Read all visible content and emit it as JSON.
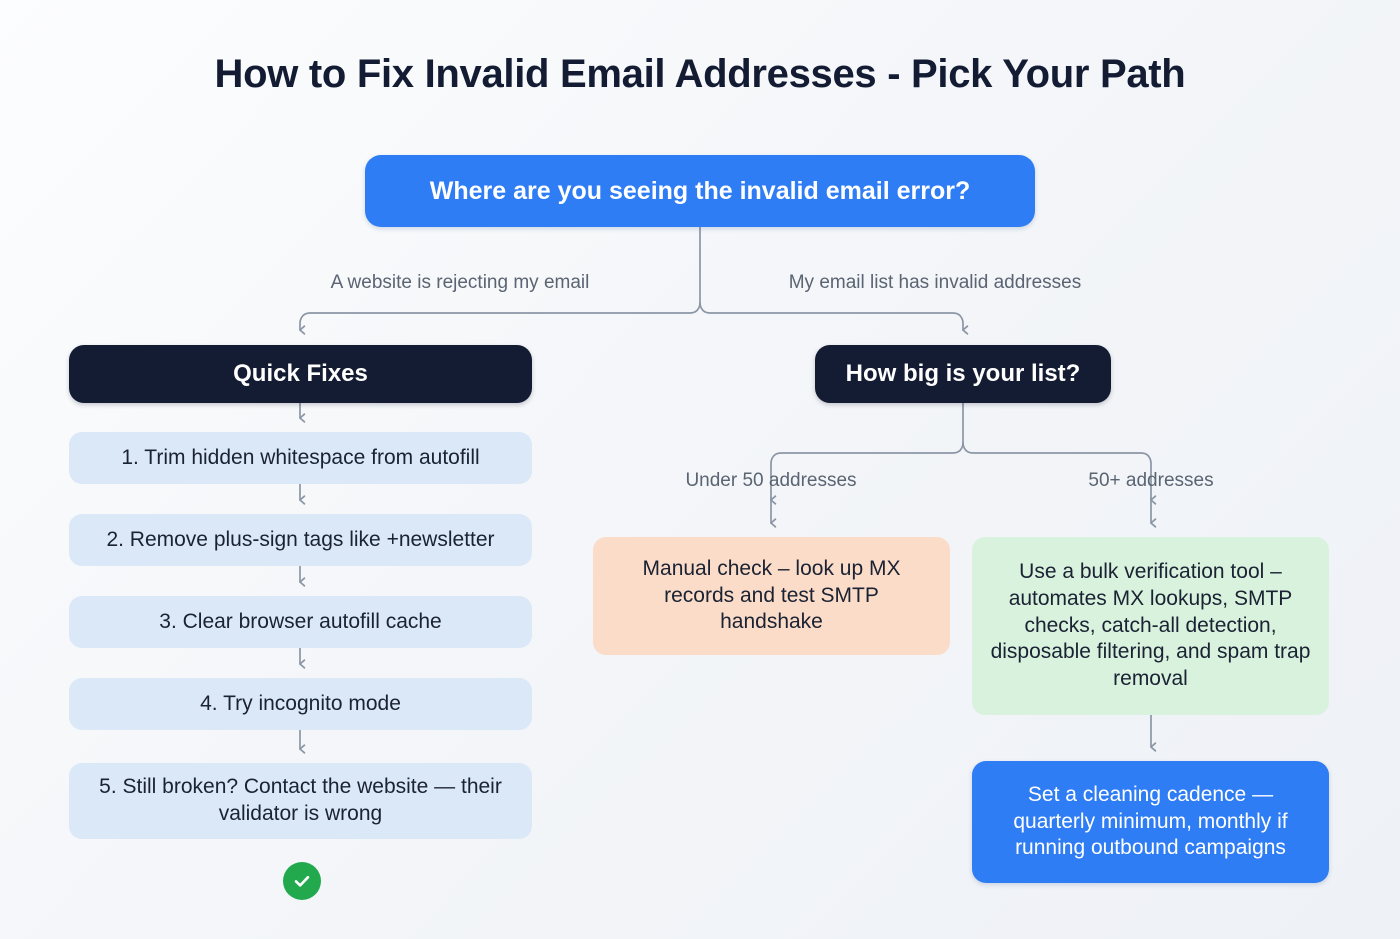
{
  "page": {
    "title": "How to Fix Invalid Email Addresses - Pick Your Path"
  },
  "colors": {
    "accent_blue": "#2f7df4",
    "dark_navy": "#141c33",
    "step_blue": "#dbe8f8",
    "peach": "#fbdcc8",
    "green": "#d9f2dd",
    "success_green": "#22a94e",
    "connector_gray": "#8b96a5",
    "label_gray": "#5a6472",
    "background": "#f4f6f9"
  },
  "flowchart": {
    "type": "decision-tree",
    "root": {
      "label": "Where are you seeing the invalid email error?"
    },
    "branch_labels": {
      "left": "A website is rejecting my email",
      "right": "My email list has invalid addresses"
    },
    "left_branch": {
      "heading": "Quick Fixes",
      "steps": [
        "1. Trim hidden whitespace from autofill",
        "2. Remove plus-sign tags like +newsletter",
        "3. Clear browser autofill cache",
        "4. Try incognito mode",
        "5. Still broken? Contact the website — their validator is wrong"
      ],
      "end_badge": "success-check"
    },
    "right_branch": {
      "heading": "How big is your list?",
      "sub_branch_labels": {
        "small": "Under 50 addresses",
        "large": "50+ addresses"
      },
      "small_outcome": "Manual check – look up MX records and test SMTP handshake",
      "large_outcome": "Use a bulk verification tool – automates MX lookups, SMTP checks, catch-all detection, disposable filtering, and spam trap removal",
      "large_followup": "Set a cleaning cadence — quarterly minimum, monthly if running outbound campaigns"
    }
  }
}
